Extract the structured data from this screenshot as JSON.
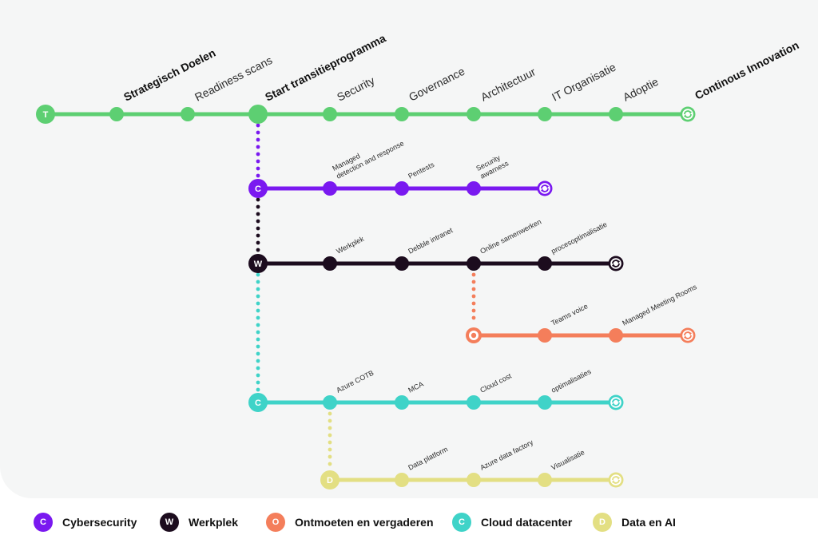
{
  "colors": {
    "green": "#5dcf72",
    "purple": "#7a19f0",
    "black": "#1c0c1e",
    "orange": "#f47e5b",
    "teal": "#3fd3c8",
    "yellow": "#e3df83"
  },
  "lines": [
    {
      "id": "transitie",
      "color": "green",
      "start_letter": "T",
      "end_icon": "cycle-icon",
      "stations": [
        {
          "label": "Strategisch Doelen",
          "style": "strong"
        },
        {
          "label": "Readiness scans",
          "style": "main"
        },
        {
          "label": "Start transitieprogramma",
          "style": "strong",
          "big": true
        },
        {
          "label": "Security",
          "style": "main"
        },
        {
          "label": "Governance",
          "style": "main"
        },
        {
          "label": "Architectuur",
          "style": "main"
        },
        {
          "label": "IT Organisatie",
          "style": "main"
        },
        {
          "label": "Adoptie",
          "style": "main"
        }
      ],
      "end_label": "Continous Innovation"
    },
    {
      "id": "cybersecurity",
      "color": "purple",
      "start_letter": "C",
      "end_icon": "cycle-icon",
      "stations": [
        {
          "label": "Managed\ndetection and response",
          "style": "small"
        },
        {
          "label": "Pentests",
          "style": "small"
        },
        {
          "label": "Security\nawarness",
          "style": "small"
        }
      ]
    },
    {
      "id": "werkplek",
      "color": "black",
      "start_letter": "W",
      "end_icon": "cycle-icon",
      "stations": [
        {
          "label": "Werkplek",
          "style": "small"
        },
        {
          "label": "Debble intranet",
          "style": "small"
        },
        {
          "label": "Online samenwerken",
          "style": "small"
        },
        {
          "label": "procesoptimalisatie",
          "style": "small"
        }
      ]
    },
    {
      "id": "ontmoeten",
      "color": "orange",
      "start_letter": "O",
      "end_icon": "cycle-icon",
      "stations": [
        {
          "label": "Teams voice",
          "style": "small"
        },
        {
          "label": "Managed Meeting Rooms",
          "style": "small"
        }
      ]
    },
    {
      "id": "cloud",
      "color": "teal",
      "start_letter": "C",
      "end_icon": "cycle-icon",
      "stations": [
        {
          "label": "Azure COTB",
          "style": "small"
        },
        {
          "label": "MCA",
          "style": "small"
        },
        {
          "label": "Cloud cost",
          "style": "small"
        },
        {
          "label": "optimalisaties",
          "style": "small"
        }
      ]
    },
    {
      "id": "data",
      "color": "yellow",
      "start_letter": "D",
      "end_icon": "cycle-icon",
      "stations": [
        {
          "label": "Data platform",
          "style": "small"
        },
        {
          "label": "Azure data factory",
          "style": "small"
        },
        {
          "label": "Visualisatie",
          "style": "small"
        }
      ]
    }
  ],
  "legend": [
    {
      "letter": "C",
      "label": "Cybersecurity",
      "color": "purple"
    },
    {
      "letter": "W",
      "label": "Werkplek",
      "color": "black"
    },
    {
      "letter": "O",
      "label": "Ontmoeten en vergaderen",
      "color": "orange"
    },
    {
      "letter": "C",
      "label": "Cloud datacenter",
      "color": "teal"
    },
    {
      "letter": "D",
      "label": "Data en AI",
      "color": "yellow"
    }
  ]
}
